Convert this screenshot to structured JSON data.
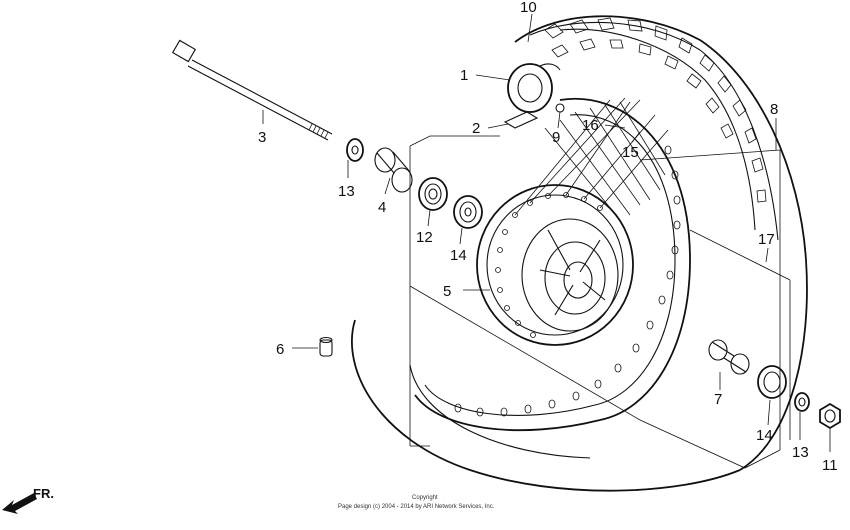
{
  "callouts": [
    {
      "id": "1",
      "text": "1"
    },
    {
      "id": "2",
      "text": "2"
    },
    {
      "id": "3",
      "text": "3"
    },
    {
      "id": "4",
      "text": "4"
    },
    {
      "id": "5",
      "text": "5"
    },
    {
      "id": "6",
      "text": "6"
    },
    {
      "id": "7",
      "text": "7"
    },
    {
      "id": "8",
      "text": "8"
    },
    {
      "id": "9",
      "text": "9"
    },
    {
      "id": "10",
      "text": "10"
    },
    {
      "id": "11",
      "text": "11"
    },
    {
      "id": "12",
      "text": "12"
    },
    {
      "id": "13a",
      "text": "13"
    },
    {
      "id": "13b",
      "text": "13"
    },
    {
      "id": "14a",
      "text": "14"
    },
    {
      "id": "14b",
      "text": "14"
    },
    {
      "id": "15",
      "text": "15"
    },
    {
      "id": "16",
      "text": "16"
    },
    {
      "id": "17",
      "text": "17"
    }
  ],
  "direction": {
    "label": "FR."
  },
  "copyright": {
    "line1": "Copyright",
    "line2": "Page design (c) 2004 - 2014 by ARI Network Services, Inc."
  }
}
